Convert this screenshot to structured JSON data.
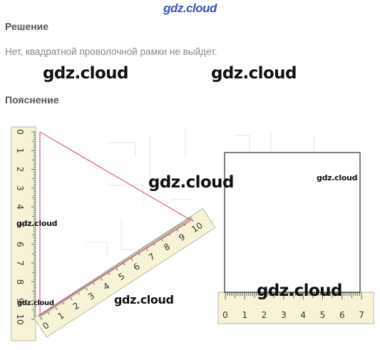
{
  "header": {
    "logo_text": "gdz.cloud"
  },
  "solution": {
    "title": "Решение",
    "text": "Нет, квадратной проволочной рамки не выйдет."
  },
  "explanation": {
    "title": "Пояснение"
  },
  "watermarks": [
    "gdz.cloud",
    "gdz.cloud",
    "gdz.cloud",
    "gdz.cloud",
    "gdz.cloud",
    "gdz.cloud",
    "gdz.cloud",
    "gdz.cloud"
  ],
  "figure": {
    "vertical_ruler_ticks": [
      "0",
      "1",
      "2",
      "3",
      "4",
      "5",
      "6",
      "7",
      "8",
      "9",
      "10"
    ],
    "diagonal_ruler_ticks": [
      "0",
      "1",
      "2",
      "3",
      "4",
      "5",
      "6",
      "7",
      "8",
      "9",
      "10"
    ],
    "horizontal_ruler_ticks": [
      "0",
      "1",
      "2",
      "3",
      "4",
      "5",
      "6",
      "7"
    ],
    "colors": {
      "ruler_fill": "#f6f3d6",
      "ruler_edge": "#b9b9a0",
      "triangle_line": "#d0406a",
      "square_line": "#000000"
    }
  }
}
